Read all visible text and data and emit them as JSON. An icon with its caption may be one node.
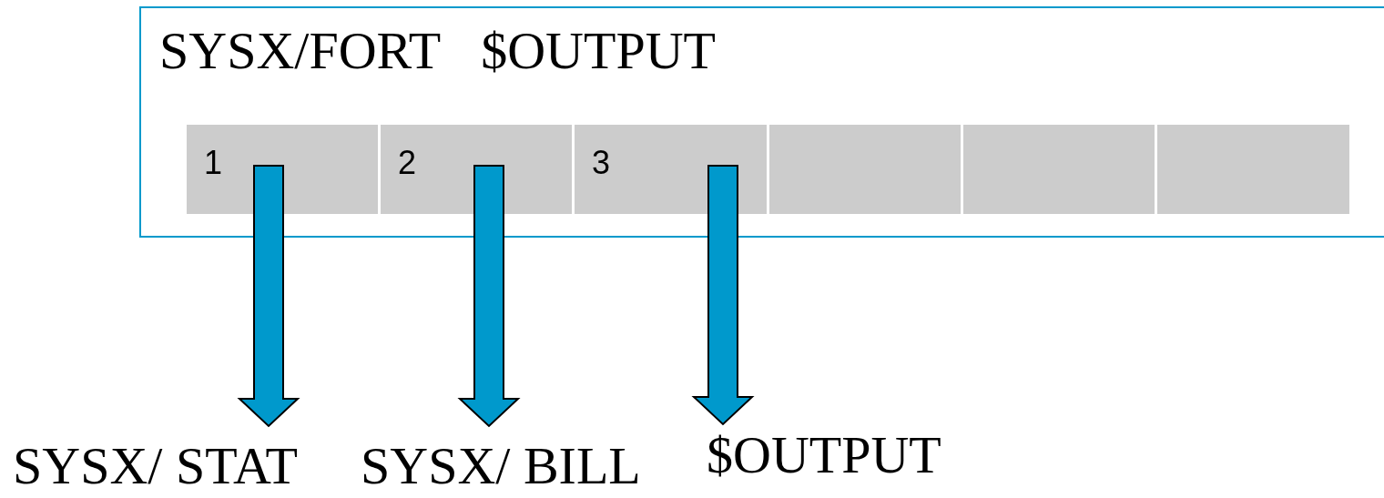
{
  "diagram": {
    "nodes": [
      {
        "text": [
          "SYSX/FORT",
          "$OUTPUT"
        ]
      },
      {
        "text": [
          "1"
        ],
        "in": 0
      },
      {
        "text": [
          "2"
        ],
        "in": 0
      },
      {
        "text": [
          "3"
        ],
        "in": 0
      },
      {
        "text": [],
        "shape": "box",
        "in": 0
      },
      {
        "text": [],
        "shape": "box",
        "in": 0
      },
      {
        "text": [],
        "shape": "box",
        "in": 0
      },
      {
        "text": [
          "SYSX/ STAT"
        ]
      },
      {
        "text": [
          "SYSX/ BILL"
        ]
      },
      {
        "text": [
          "$OUTPUT"
        ]
      }
    ],
    "edges": [
      {
        "from": 1,
        "to": 7,
        "arrow": "to"
      },
      {
        "from": 2,
        "to": 8,
        "arrow": "to"
      },
      {
        "from": 3,
        "to": 9,
        "arrow": "to"
      }
    ]
  }
}
